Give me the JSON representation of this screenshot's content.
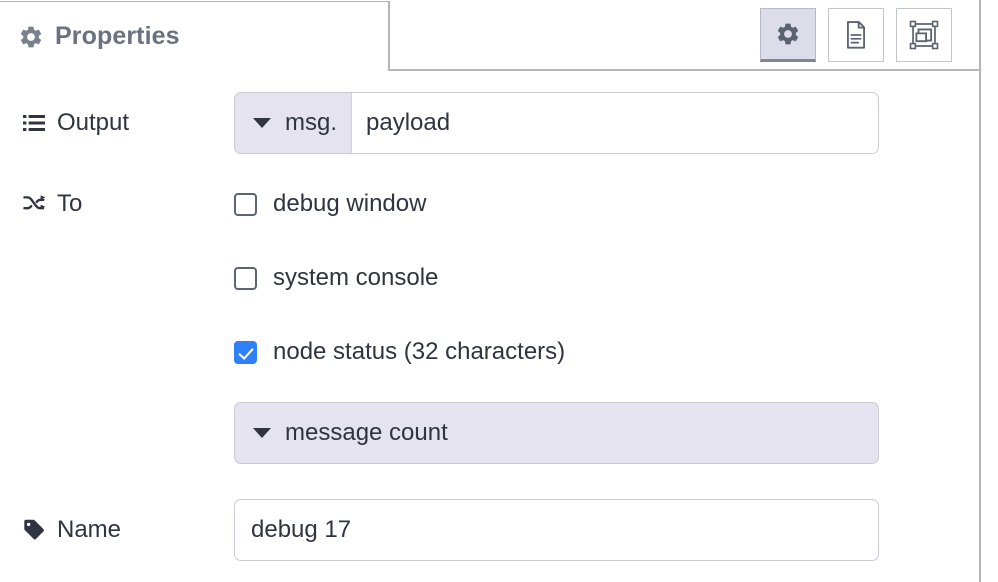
{
  "panel": {
    "tab": {
      "label": "Properties",
      "icon": "gear-icon"
    },
    "header_buttons": [
      {
        "name": "properties-button",
        "icon": "gear-icon",
        "active": true
      },
      {
        "name": "description-button",
        "icon": "document-icon",
        "active": false
      },
      {
        "name": "appearance-button",
        "icon": "appearance-icon",
        "active": false
      }
    ]
  },
  "form": {
    "output": {
      "label": "Output",
      "icon": "list-icon",
      "prefix": "msg.",
      "value": "payload",
      "placeholder": "payload"
    },
    "to": {
      "label": "To",
      "icon": "shuffle-icon",
      "options": [
        {
          "label": "debug window",
          "checked": false
        },
        {
          "label": "system console",
          "checked": false
        },
        {
          "label": "node status (32 characters)",
          "checked": true
        }
      ],
      "status_select": {
        "value": "message count"
      }
    },
    "name": {
      "label": "Name",
      "icon": "tag-icon",
      "value": "debug 17",
      "placeholder": "Name"
    }
  },
  "colors": {
    "accent_checkbox": "#2f80f7",
    "lavender": "#e4e3ef",
    "border": "#c9cad4",
    "tab_title": "#6a7180",
    "text": "#2f3440"
  }
}
